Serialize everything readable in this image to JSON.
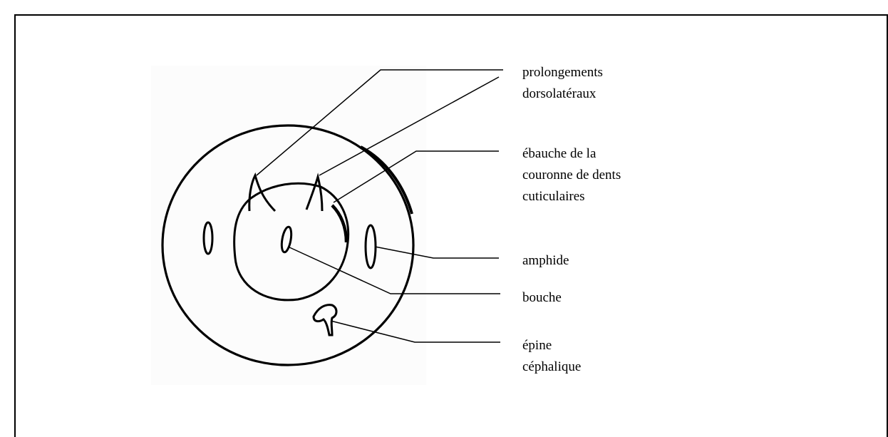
{
  "labels": {
    "prolongements": [
      "prolongements",
      "dorsolatéraux"
    ],
    "ebauche": [
      "ébauche de la",
      "couronne de dents",
      "cuticulaires"
    ],
    "amphide": [
      "amphide"
    ],
    "bouche": [
      "bouche"
    ],
    "epine": [
      "épine",
      "céphalique"
    ]
  },
  "colors": {
    "ink": "#000000",
    "background": "#ffffff"
  }
}
